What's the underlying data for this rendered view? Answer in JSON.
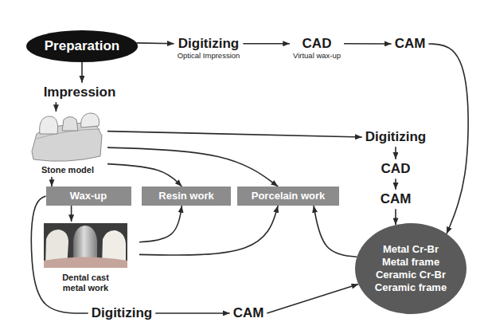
{
  "diagram": {
    "nodes": [
      {
        "text": [
          "Preparation"
        ]
      },
      {
        "text": [
          "Digitizing",
          "Optical Impression"
        ]
      },
      {
        "text": [
          "CAD",
          "Virtual wax-up"
        ]
      },
      {
        "text": [
          "CAM"
        ]
      },
      {
        "text": [
          "Impression"
        ]
      },
      {
        "text": [
          "Stone model"
        ]
      },
      {
        "text": [
          "Digitizing"
        ]
      },
      {
        "text": [
          "CAD"
        ]
      },
      {
        "text": [
          "CAM"
        ]
      },
      {
        "text": [
          "Wax-up"
        ]
      },
      {
        "text": [
          "Resin work"
        ]
      },
      {
        "text": [
          "Porcelain work"
        ]
      },
      {
        "text": [
          "Dental cast metal work"
        ]
      },
      {
        "text": [
          "Metal Cr-Br",
          "Metal frame",
          "Ceramic Cr-Br",
          "Ceramic frame"
        ]
      },
      {
        "text": [
          "Digitizing"
        ]
      },
      {
        "text": [
          "CAM"
        ]
      }
    ],
    "edges": [
      {
        "from": 0,
        "to": 1,
        "arrow": "to"
      },
      {
        "from": 1,
        "to": 2,
        "arrow": "to"
      },
      {
        "from": 2,
        "to": 3,
        "arrow": "to"
      },
      {
        "from": 3,
        "to": 13,
        "arrow": "to"
      },
      {
        "from": 0,
        "to": 4,
        "arrow": "to"
      },
      {
        "from": 4,
        "to": 5,
        "arrow": "to"
      },
      {
        "from": 5,
        "to": 6,
        "arrow": "to"
      },
      {
        "from": 6,
        "to": 7,
        "arrow": "to"
      },
      {
        "from": 7,
        "to": 8,
        "arrow": "to"
      },
      {
        "from": 8,
        "to": 13,
        "arrow": "to"
      },
      {
        "from": 5,
        "to": 9,
        "arrow": "to"
      },
      {
        "from": 5,
        "to": 10,
        "arrow": "to"
      },
      {
        "from": 5,
        "to": 11,
        "arrow": "to"
      },
      {
        "from": 9,
        "to": 12,
        "arrow": "to"
      },
      {
        "from": 12,
        "to": 10,
        "arrow": "to"
      },
      {
        "from": 12,
        "to": 11,
        "arrow": "to"
      },
      {
        "from": 9,
        "to": 14,
        "arrow": "none"
      },
      {
        "from": 14,
        "to": 15,
        "arrow": "to"
      },
      {
        "from": 15,
        "to": 13,
        "arrow": "to"
      },
      {
        "from": 13,
        "to": 11,
        "arrow": "to"
      }
    ]
  }
}
